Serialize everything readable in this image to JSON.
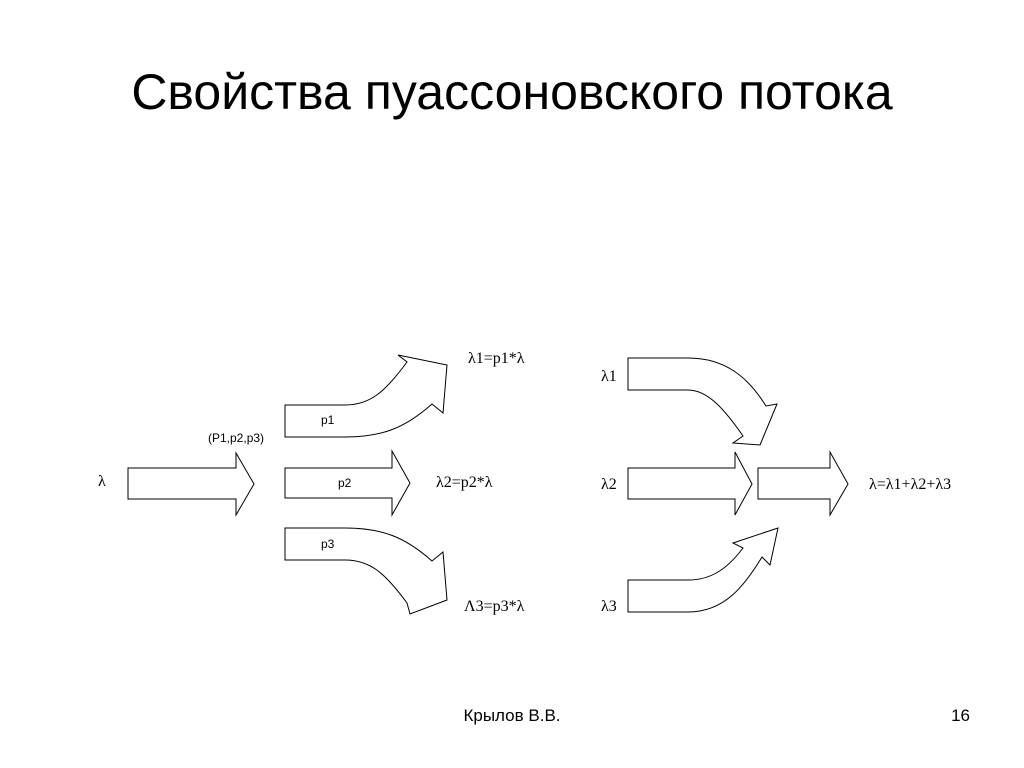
{
  "slide": {
    "title": "Свойства пуассоновского потока",
    "author": "Крылов В.В.",
    "page_number": "16"
  },
  "diagram": {
    "input_label": "λ",
    "split_label": "(P1,p2,p3)",
    "branch_labels": [
      "p1",
      "p2",
      "p3"
    ],
    "output_labels": [
      "λ1=p1*λ",
      "λ2=p2*λ",
      "Λ3=p3*λ"
    ],
    "merge_inputs": [
      "λ1",
      "λ2",
      "λ3"
    ],
    "merge_result": "λ=λ1+λ2+λ3"
  },
  "colors": {
    "stroke": "#000000",
    "fill": "#ffffff"
  }
}
